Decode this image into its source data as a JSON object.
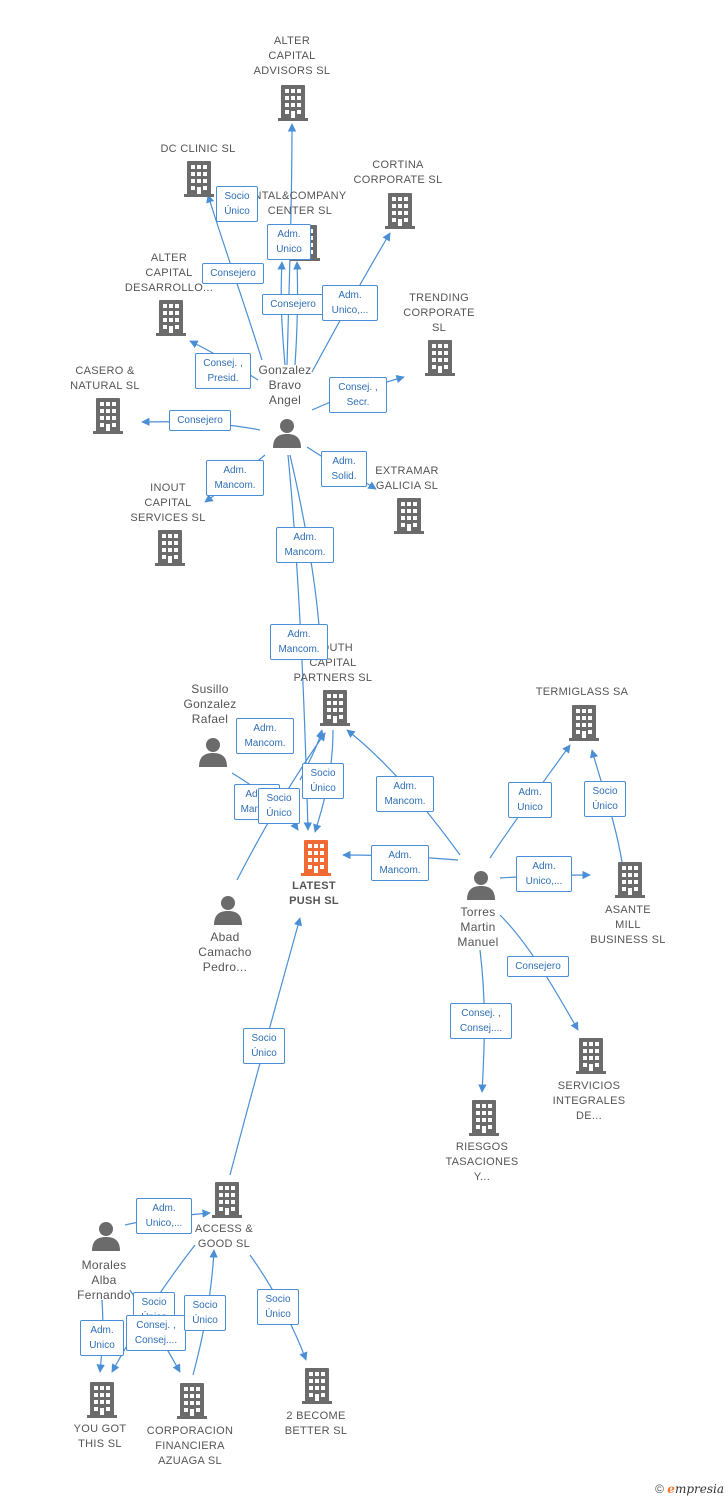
{
  "colors": {
    "edge": "#4a8fd6",
    "building": "#6b6b6b",
    "focus": "#f06a35",
    "person": "#6b6b6b"
  },
  "nodes": [
    {
      "id": "alter-capital-advisors",
      "kind": "company",
      "lines": [
        "ALTER",
        "CAPITAL",
        "ADVISORS  SL"
      ]
    },
    {
      "id": "dc-clinic",
      "kind": "company",
      "lines": [
        "DC CLINIC  SL"
      ]
    },
    {
      "id": "continental-company",
      "kind": "company",
      "lines": [
        "NTAL&COMPANY",
        "CENTER SL"
      ]
    },
    {
      "id": "cortina-corporate",
      "kind": "company",
      "lines": [
        "CORTINA",
        "CORPORATE SL"
      ]
    },
    {
      "id": "alter-capital-desarrollo",
      "kind": "company",
      "lines": [
        "ALTER",
        "CAPITAL",
        "DESARROLLO..."
      ]
    },
    {
      "id": "trending-corporate",
      "kind": "company",
      "lines": [
        "TRENDING",
        "CORPORATE",
        "SL"
      ]
    },
    {
      "id": "casero-natural",
      "kind": "company",
      "lines": [
        "CASERO &",
        "NATURAL  SL"
      ]
    },
    {
      "id": "gonzalez-bravo-angel",
      "kind": "person",
      "lines": [
        "Gonzalez",
        "Bravo",
        "Angel"
      ]
    },
    {
      "id": "inout-capital",
      "kind": "company",
      "lines": [
        "INOUT",
        "CAPITAL",
        "SERVICES  SL"
      ]
    },
    {
      "id": "extramar-galicia",
      "kind": "company",
      "lines": [
        "EXTRAMAR",
        "GALICIA  SL"
      ]
    },
    {
      "id": "south-capital",
      "kind": "company",
      "lines": [
        "SOUTH",
        "CAPITAL",
        "PARTNERS  SL"
      ]
    },
    {
      "id": "susillo-gonzalez",
      "kind": "person",
      "lines": [
        "Susillo",
        "Gonzalez",
        "Rafael"
      ]
    },
    {
      "id": "termiglass",
      "kind": "company",
      "lines": [
        "TERMIGLASS SA"
      ]
    },
    {
      "id": "latest-push",
      "kind": "focus",
      "lines": [
        "LATEST",
        "PUSH  SL"
      ]
    },
    {
      "id": "torres-martin",
      "kind": "person",
      "lines": [
        "Torres",
        "Martin",
        "Manuel"
      ]
    },
    {
      "id": "asante-mill",
      "kind": "company",
      "lines": [
        "ASANTE",
        "MILL",
        "BUSINESS  SL"
      ]
    },
    {
      "id": "abad-camacho",
      "kind": "person",
      "lines": [
        "Abad",
        "Camacho",
        "Pedro..."
      ]
    },
    {
      "id": "servicios-integrales",
      "kind": "company",
      "lines": [
        "SERVICIOS",
        "INTEGRALES",
        "DE..."
      ]
    },
    {
      "id": "riesgos-tasaciones",
      "kind": "company",
      "lines": [
        "RIESGOS",
        "TASACIONES",
        "Y..."
      ]
    },
    {
      "id": "access-good",
      "kind": "company",
      "lines": [
        "ACCESS &",
        "GOOD  SL"
      ]
    },
    {
      "id": "morales-alba",
      "kind": "person",
      "lines": [
        "Morales",
        "Alba",
        "Fernando"
      ]
    },
    {
      "id": "you-got-this",
      "kind": "company",
      "lines": [
        "YOU GOT",
        "THIS  SL"
      ]
    },
    {
      "id": "corporacion-financiera",
      "kind": "company",
      "lines": [
        "CORPORACION",
        "FINANCIERA",
        "AZUAGA  SL"
      ]
    },
    {
      "id": "two-become-better",
      "kind": "company",
      "lines": [
        "2 BECOME",
        "BETTER  SL"
      ]
    }
  ],
  "relations": [
    {
      "lines": [
        "Socio",
        "Único"
      ]
    },
    {
      "lines": [
        "Adm.",
        "Unico"
      ]
    },
    {
      "lines": [
        "Consejero"
      ]
    },
    {
      "lines": [
        "Consejero"
      ]
    },
    {
      "lines": [
        "Adm.",
        "Unico,..."
      ]
    },
    {
      "lines": [
        "Consej. ,",
        "Presid."
      ]
    },
    {
      "lines": [
        "Consej. ,",
        "Secr."
      ]
    },
    {
      "lines": [
        "Consejero"
      ]
    },
    {
      "lines": [
        "Adm.",
        "Mancom."
      ]
    },
    {
      "lines": [
        "Adm.",
        "Solid."
      ]
    },
    {
      "lines": [
        "Adm.",
        "Mancom."
      ]
    },
    {
      "lines": [
        "Adm.",
        "Mancom."
      ]
    },
    {
      "lines": [
        "Adm.",
        "Mancom."
      ]
    },
    {
      "lines": [
        "Adm.",
        "Manc..."
      ]
    },
    {
      "lines": [
        "Socio",
        "Único"
      ]
    },
    {
      "lines": [
        "Socio",
        "Único"
      ]
    },
    {
      "lines": [
        "Adm.",
        "Mancom."
      ]
    },
    {
      "lines": [
        "Adm.",
        "Mancom."
      ]
    },
    {
      "lines": [
        "Adm.",
        "Unico"
      ]
    },
    {
      "lines": [
        "Socio",
        "Único"
      ]
    },
    {
      "lines": [
        "Adm.",
        "Unico,..."
      ]
    },
    {
      "lines": [
        "Consejero"
      ]
    },
    {
      "lines": [
        "Consej. ,",
        "Consej...."
      ]
    },
    {
      "lines": [
        "Socio",
        "Único"
      ]
    },
    {
      "lines": [
        "Adm.",
        "Unico,..."
      ]
    },
    {
      "lines": [
        "Socio",
        "Único"
      ]
    },
    {
      "lines": [
        "Socio",
        "Único"
      ]
    },
    {
      "lines": [
        "Adm.",
        "Unico"
      ]
    },
    {
      "lines": [
        "Consej. ,",
        "Consej...."
      ]
    },
    {
      "lines": [
        "Socio",
        "Único"
      ]
    }
  ],
  "footer": {
    "copyright_symbol": "©",
    "brand_initial": "e",
    "brand_rest": "mpresia"
  }
}
